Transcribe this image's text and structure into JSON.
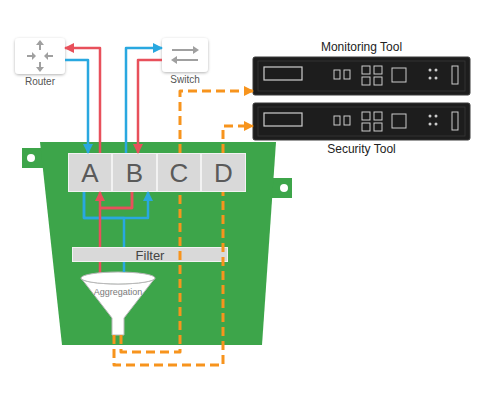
{
  "diagram": {
    "nodes": [
      {
        "text": [
          "Router"
        ]
      },
      {
        "text": [
          "Switch"
        ]
      },
      {
        "text": [
          "Monitoring Tool"
        ]
      },
      {
        "text": [
          "Security Tool"
        ]
      },
      {
        "text": [
          "A"
        ]
      },
      {
        "text": [
          "B"
        ]
      },
      {
        "text": [
          "C"
        ]
      },
      {
        "text": [
          "D"
        ]
      },
      {
        "text": [
          "Filter"
        ]
      },
      {
        "text": [
          "Aggregation"
        ]
      }
    ],
    "edges": [
      {
        "from": 4,
        "to": 0,
        "arrow": "to"
      },
      {
        "from": 0,
        "to": 4,
        "arrow": "to"
      },
      {
        "from": 5,
        "to": 1,
        "arrow": "to"
      },
      {
        "from": 1,
        "to": 5,
        "arrow": "to"
      },
      {
        "from": 4,
        "to": 5,
        "arrow": "to"
      },
      {
        "from": 5,
        "to": 4,
        "arrow": "to"
      },
      {
        "from": 4,
        "to": 8,
        "arrow": "none"
      },
      {
        "from": 5,
        "to": 8,
        "arrow": "none"
      },
      {
        "from": 8,
        "to": 9,
        "arrow": "none"
      },
      {
        "from": 9,
        "to": 6,
        "arrow": "none"
      },
      {
        "from": 9,
        "to": 7,
        "arrow": "none"
      },
      {
        "from": 6,
        "to": 2,
        "arrow": "to"
      },
      {
        "from": 7,
        "to": 3,
        "arrow": "to"
      }
    ]
  }
}
